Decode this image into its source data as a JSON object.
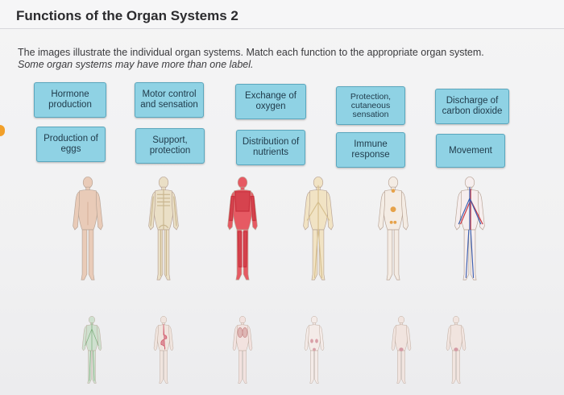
{
  "header": {
    "title": "Functions of the Organ Systems 2"
  },
  "instructions": {
    "line1": "The images illustrate the individual organ systems. Match each function to the appropriate organ system.",
    "line2": "Some organ systems may have more than one label."
  },
  "tiles": [
    {
      "label": "Hormone\nproduction"
    },
    {
      "label": "Motor control\nand sensation"
    },
    {
      "label": "Exchange of\noxygen"
    },
    {
      "label": "Protection,\ncutaneous\nsensation"
    },
    {
      "label": "Discharge of\ncarbon dioxide"
    },
    {
      "label": "Production of\neggs"
    },
    {
      "label": "Support,\nprotection"
    },
    {
      "label": "Distribution of\nnutrients"
    },
    {
      "label": "Immune\nresponse"
    },
    {
      "label": "Movement"
    }
  ],
  "figures_top": [
    {
      "system": "integumentary",
      "accent": "#e9cbb8",
      "detail": "#d8b39c"
    },
    {
      "system": "skeletal",
      "accent": "#eadfc6",
      "detail": "#c9b68f"
    },
    {
      "system": "muscular",
      "accent": "#e65a63",
      "detail": "#c8323e"
    },
    {
      "system": "nervous",
      "accent": "#f1e3c4",
      "detail": "#d6bf8e"
    },
    {
      "system": "endocrine",
      "accent": "#f4ece4",
      "detail": "#e6a24a"
    },
    {
      "system": "cardiovascular",
      "accent": "#f6eeee",
      "detail": "#c8323e"
    }
  ],
  "figures_bottom": [
    {
      "system": "lymphatic",
      "accent": "#cfe0cf",
      "detail": "#7fb07f"
    },
    {
      "system": "digestive",
      "accent": "#f0e4de",
      "detail": "#d0576a"
    },
    {
      "system": "respiratory",
      "accent": "#f2e2df",
      "detail": "#c98a8a"
    },
    {
      "system": "urinary",
      "accent": "#f4ebe8",
      "detail": "#d9a0a8"
    },
    {
      "system": "reproductive-female",
      "accent": "#f1e4df",
      "detail": "#d49aa4"
    },
    {
      "system": "reproductive-male",
      "accent": "#f1e4df",
      "detail": "#d49aa4"
    }
  ]
}
